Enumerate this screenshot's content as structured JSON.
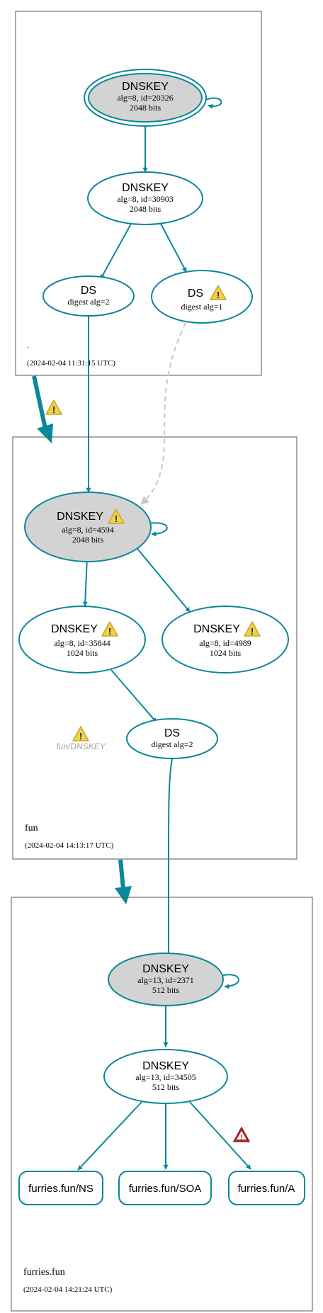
{
  "colors": {
    "edge": "#0a879a",
    "insecure_edge": "#c8c8c8",
    "key_signing_fill": "#d3d3d3",
    "zone_border": "#555555",
    "warning": "#f0d24a",
    "error": "#c0282b",
    "muted_text": "#a5a5a5"
  },
  "zones": [
    {
      "name": ".",
      "timestamp": "(2024-02-04 11:31:15 UTC)",
      "nodes": [
        {
          "id": "root-ksk",
          "title": "DNSKEY",
          "line1": "alg=8, id=20326",
          "line2": "2048 bits",
          "sep": true,
          "self_signed": true
        },
        {
          "id": "root-zsk",
          "title": "DNSKEY",
          "line1": "alg=8, id=30903",
          "line2": "2048 bits"
        },
        {
          "id": "root-ds-2",
          "title": "DS",
          "line1": "digest alg=2"
        },
        {
          "id": "root-ds-1",
          "title": "DS",
          "line1": "digest alg=1",
          "warning": "warning-icon"
        }
      ]
    },
    {
      "name": "fun",
      "timestamp": "(2024-02-04 14:13:17 UTC)",
      "nodes": [
        {
          "id": "fun-ksk",
          "title": "DNSKEY",
          "line1": "alg=8, id=4594",
          "line2": "2048 bits",
          "sep": true,
          "self_signed": true,
          "warning": "warning-icon"
        },
        {
          "id": "fun-zsk-35844",
          "title": "DNSKEY",
          "line1": "alg=8, id=35844",
          "line2": "1024 bits",
          "warning": "warning-icon"
        },
        {
          "id": "fun-zsk-4989",
          "title": "DNSKEY",
          "line1": "alg=8, id=4989",
          "line2": "1024 bits",
          "warning": "warning-icon"
        },
        {
          "id": "fun-ds",
          "title": "DS",
          "line1": "digest alg=2"
        }
      ],
      "ghost_label": "fun/DNSKEY"
    },
    {
      "name": "furries.fun",
      "timestamp": "(2024-02-04 14:21:24 UTC)",
      "nodes": [
        {
          "id": "ff-ksk",
          "title": "DNSKEY",
          "line1": "alg=13, id=2371",
          "line2": "512 bits",
          "sep": true,
          "self_signed": true
        },
        {
          "id": "ff-zsk",
          "title": "DNSKEY",
          "line1": "alg=13, id=34505",
          "line2": "512 bits"
        }
      ],
      "rrsets": [
        "furries.fun/NS",
        "furries.fun/SOA",
        "furries.fun/A"
      ],
      "error_icon": "error-icon"
    }
  ],
  "delegation_warning": "warning-icon"
}
